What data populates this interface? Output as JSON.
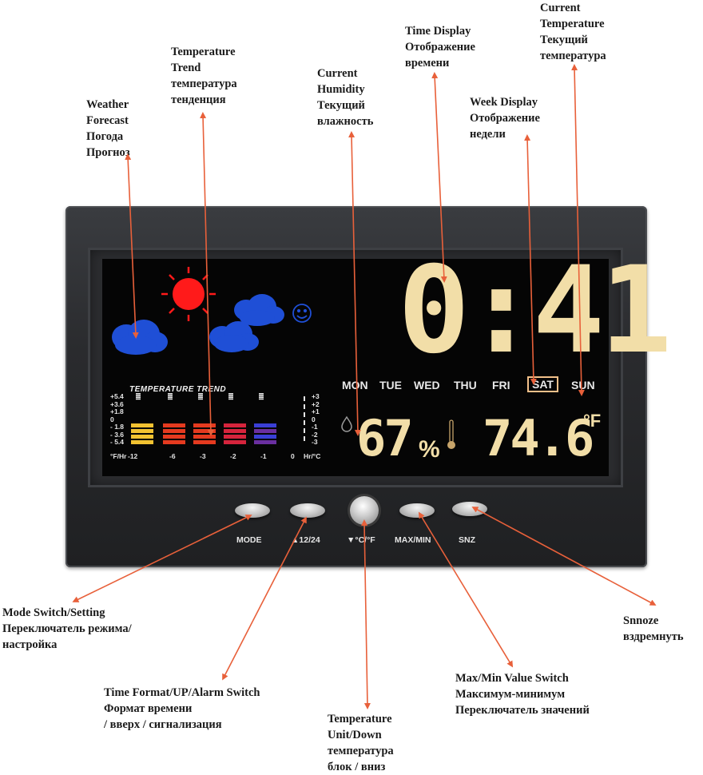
{
  "callouts": {
    "weather": [
      "Weather",
      "Forecast",
      "Погода",
      "Прогноз"
    ],
    "trend": [
      "Temperature",
      "Trend",
      "температура",
      "тенденция"
    ],
    "humidity": [
      "Current",
      "Humidity",
      "Текущий",
      "влажность"
    ],
    "time": [
      "Time Display",
      "Отображение",
      "времени"
    ],
    "week": [
      "Week Display",
      "Отображение",
      "недели"
    ],
    "temperature": [
      "Current",
      "Temperature",
      "Текущий",
      "температура"
    ],
    "mode": [
      "Mode Switch/Setting",
      "Переключатель режима/",
      "настройка"
    ],
    "format": [
      "Time Format/UP/Alarm Switch",
      "Формат времени",
      "/ вверх / сигнализация"
    ],
    "unit": [
      "Temperature",
      "Unit/Down",
      "температура",
      "блок / вниз"
    ],
    "maxmin": [
      "Max/Min Value Switch",
      "Максимум-минимум",
      "Переключатель значений"
    ],
    "snooze": [
      "Snnoze",
      "вздремнуть"
    ]
  },
  "display": {
    "time": "0:41",
    "days": [
      "MON",
      "TUE",
      "WED",
      "THU",
      "FRI",
      "SAT",
      "SUN"
    ],
    "active_day": "SAT",
    "humidity_value": "67",
    "humidity_unit": "%",
    "temperature_value": "74.6",
    "temperature_unit": "°F",
    "trend_title": "TEMPERATURE  TREND",
    "trend_scale_left": [
      "+5.4",
      "+3.6",
      "+1.8",
      "0",
      "- 1.8",
      "- 3.6",
      "- 5.4"
    ],
    "trend_scale_right": [
      "+3",
      "+2",
      "+1",
      "0",
      "-1",
      "-2",
      "-3"
    ],
    "trend_unit_left": "°F/Hr",
    "trend_unit_right": "Hr/°C",
    "trend_hours": [
      "-12",
      "-6",
      "-3",
      "-2",
      "-1",
      "0"
    ]
  },
  "buttons": {
    "mode": "MODE",
    "format": "▲12/24",
    "unit": "▼°C/°F",
    "maxmin": "MAX/MIN",
    "snooze": "SNZ"
  },
  "colors": {
    "lcd_digits": "#f2dea8",
    "sun": "#ff1a1a",
    "cloud": "#1f4fd6",
    "arrow": "#e8603a"
  }
}
